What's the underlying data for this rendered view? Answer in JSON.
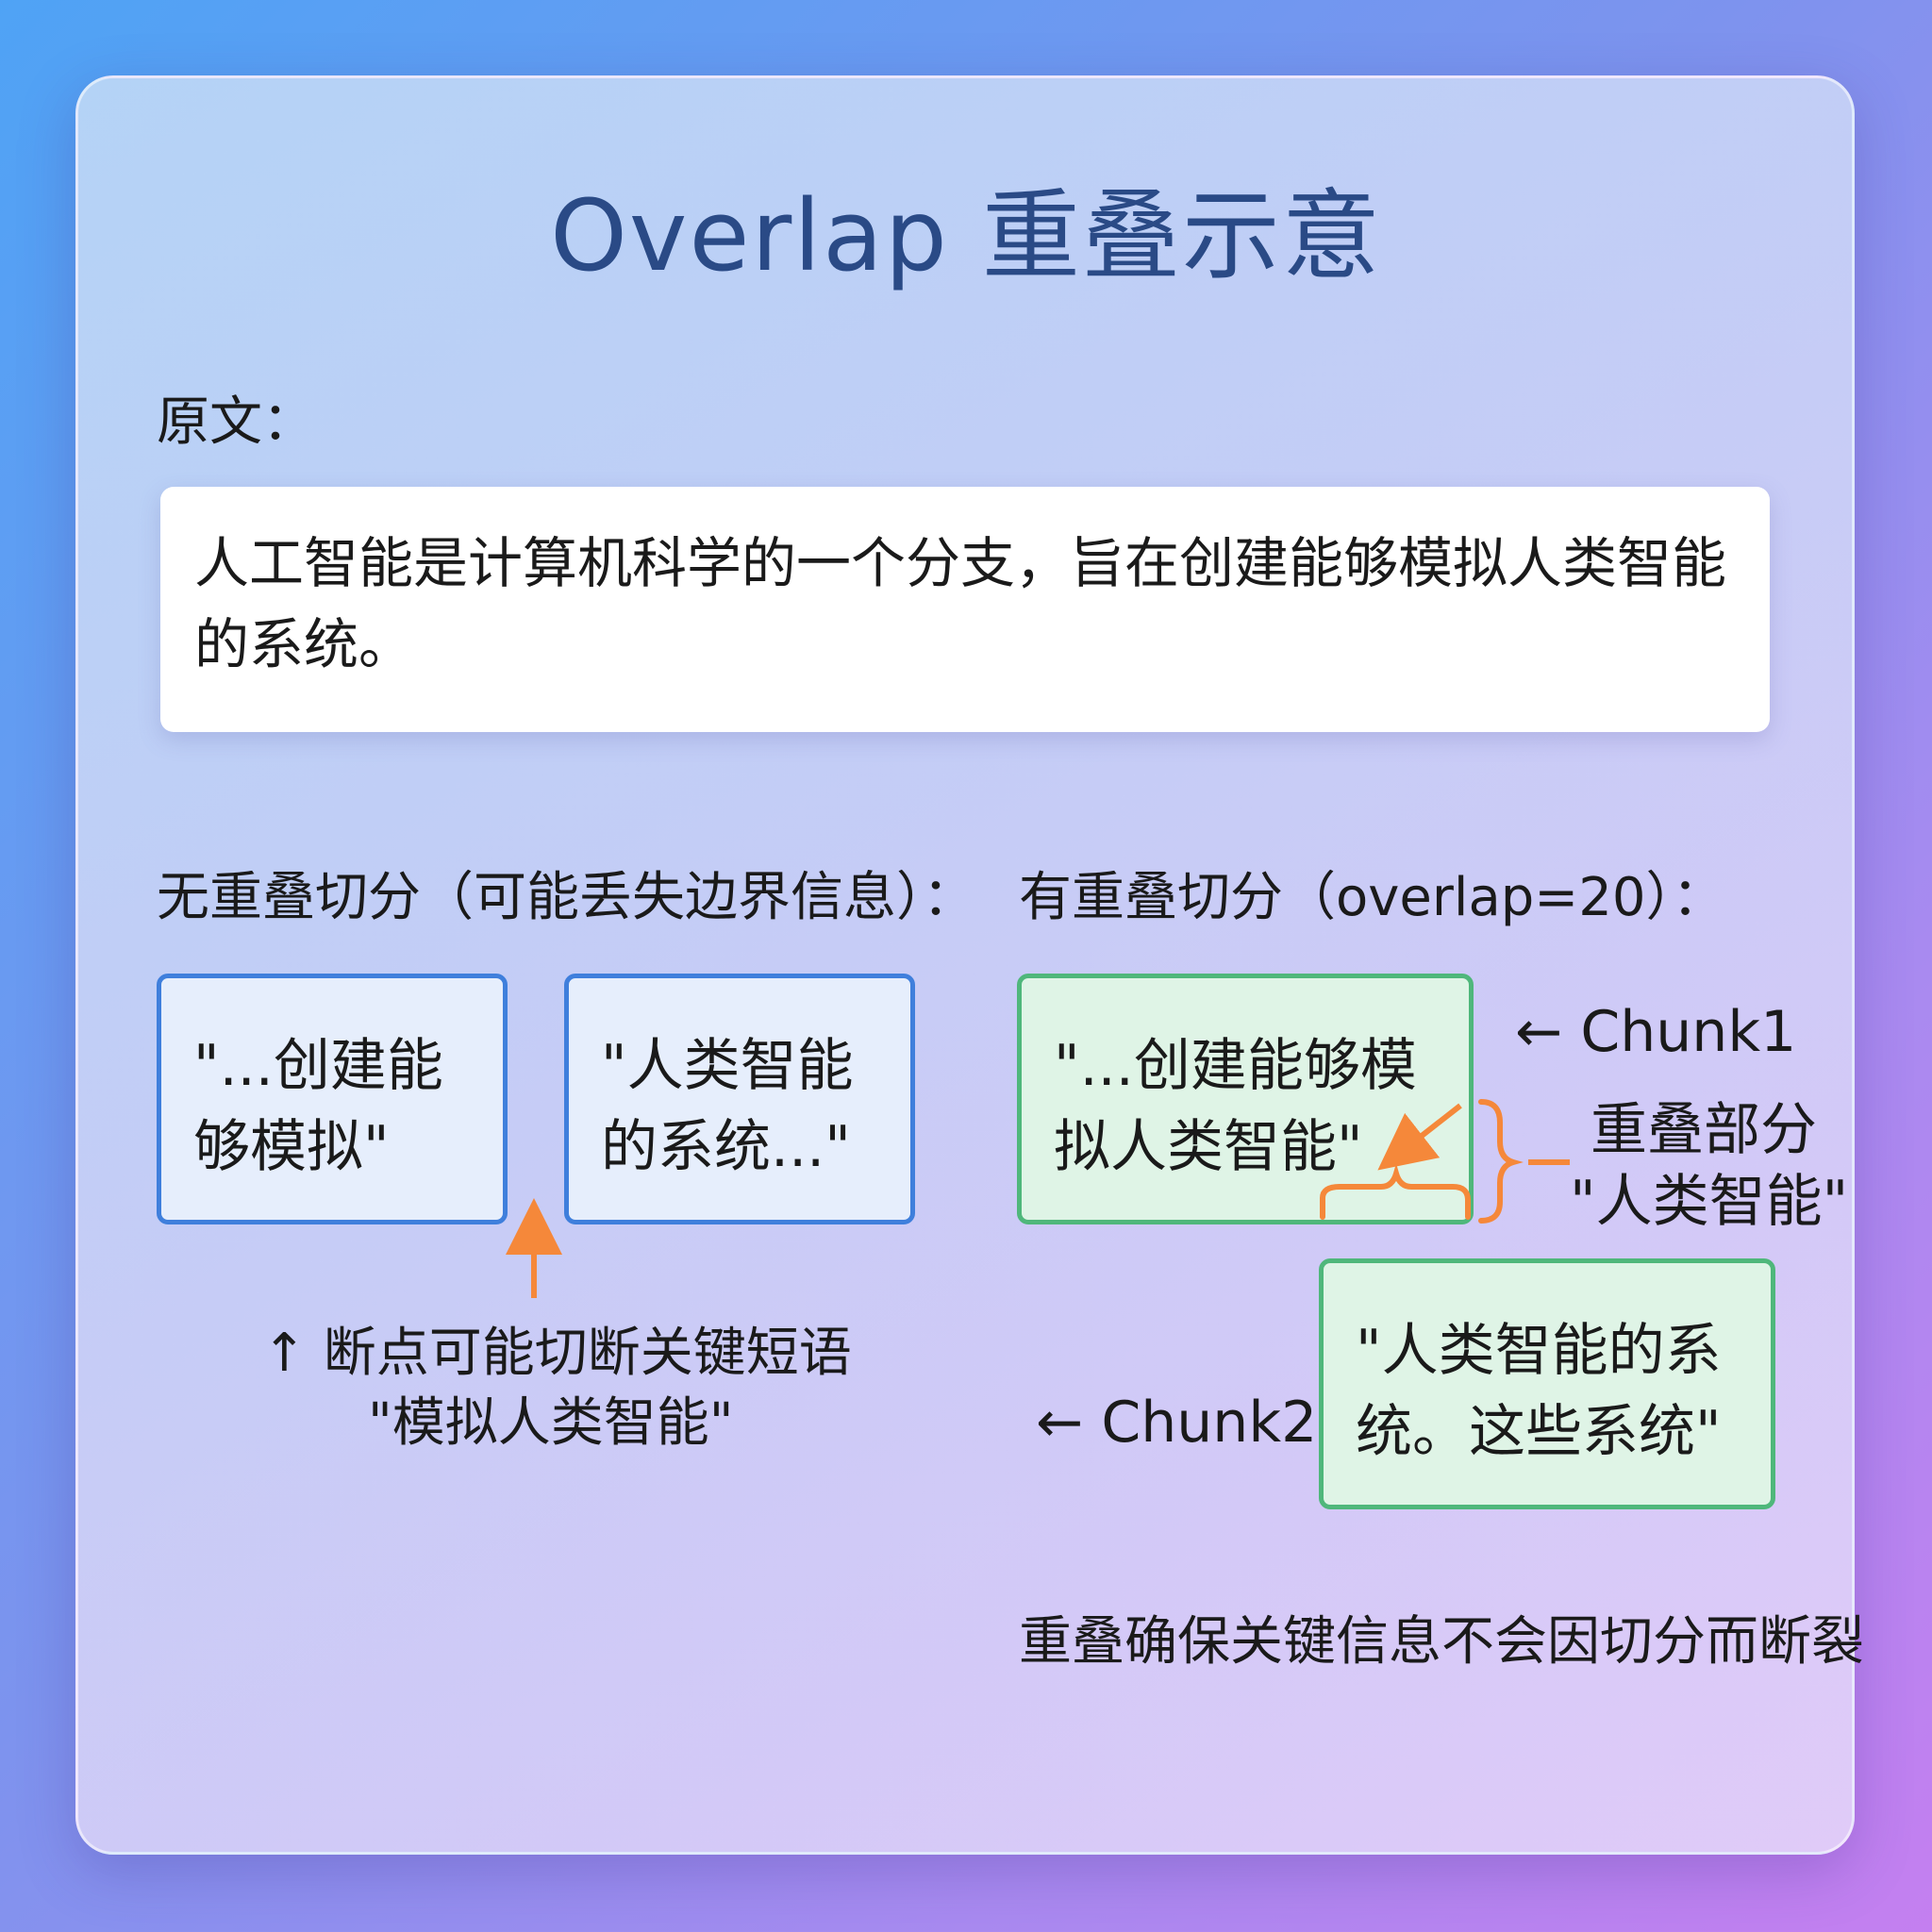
{
  "title": "Overlap 重叠示意",
  "original": {
    "label": "原文：",
    "text": "人工智能是计算机科学的一个分支，旨在创建能够模拟人类智能的系统。"
  },
  "no_overlap": {
    "label": "无重叠切分（可能丢失边界信息）：",
    "chunk1": "\"...创建能够模拟\"",
    "chunk2": "\"人类智能的系统...\"",
    "note_line1": "↑ 断点可能切断关键短语",
    "note_line2": "\"模拟人类智能\""
  },
  "with_overlap": {
    "label": "有重叠切分（overlap=20）：",
    "chunk1": "\"...创建能够模拟人类智能\"",
    "chunk1_label": "← Chunk1",
    "chunk2": "\"人类智能的系统。这些系统\"",
    "chunk2_label": "← Chunk2",
    "overlap_label_line1": "重叠部分",
    "overlap_label_line2": "\"人类智能\""
  },
  "conclusion": "重叠确保关键信息不会因切分而断裂",
  "colors": {
    "title": "#2a4a86",
    "blue_border": "#3f7fdc",
    "green_border": "#4fb77b",
    "accent_orange": "#f5883a"
  }
}
